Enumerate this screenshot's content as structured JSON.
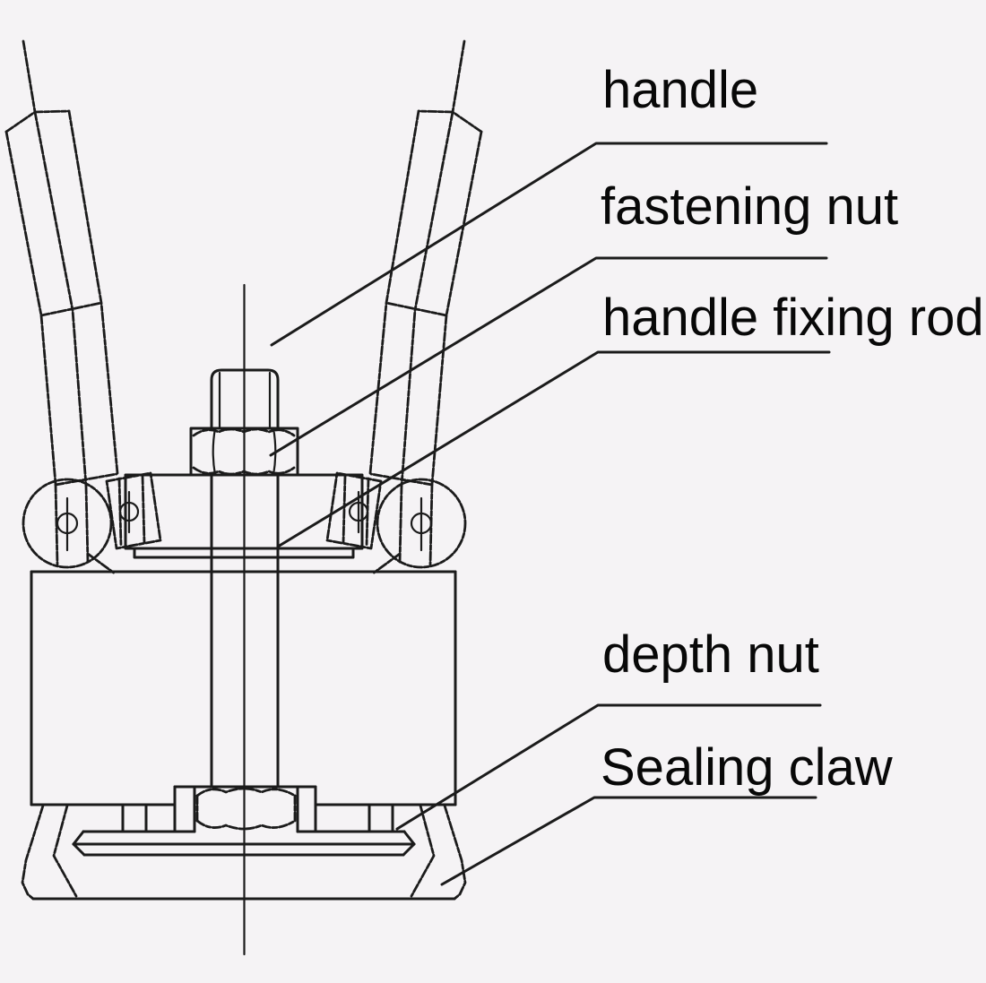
{
  "diagram": {
    "labels": [
      {
        "text": "handle"
      },
      {
        "text": "fastening nut"
      },
      {
        "text": "handle fixing rod"
      },
      {
        "text": "depth nut"
      },
      {
        "text": "Sealing claw"
      }
    ],
    "colors": {
      "background": "#f5f3f5",
      "line": "#1b1b1b",
      "text": "#080808"
    }
  }
}
